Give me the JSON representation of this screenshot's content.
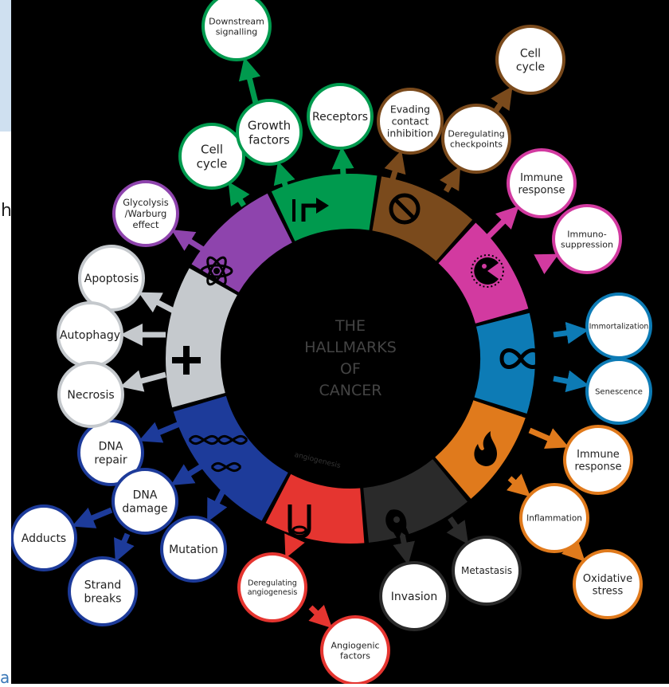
{
  "background_fragments": {
    "left_letter_top": "h",
    "left_letter_bottom": "a"
  },
  "center_title": [
    "THE",
    "HALLMARKS",
    "OF",
    "CANCER"
  ],
  "segment_labels": {
    "angiogenesis": "angiogenesis"
  },
  "colors": {
    "background": "#000000",
    "purple": "#8e44ad",
    "green": "#009a4e",
    "brown": "#7a4a1c",
    "magenta": "#d23aa0",
    "blue": "#0d7bb5",
    "orange": "#e07a1c",
    "dark": "#2a2a2a",
    "red": "#e53530",
    "navy": "#1d3b9a",
    "gray": "#c5c9cd"
  },
  "hallmarks": [
    {
      "id": "metabolism",
      "color": "purple",
      "icon": "atom-icon",
      "nodes": [
        "Glycolysis\n/Warburg\neffect"
      ]
    },
    {
      "id": "growth-signalling",
      "color": "green",
      "icon": "arrow-icon",
      "nodes": [
        "Cell\ncycle",
        "Growth\nfactors",
        "Receptors",
        "Downstream\nsignalling"
      ]
    },
    {
      "id": "growth-suppressors",
      "color": "brown",
      "icon": "prohibition-icon",
      "nodes": [
        "Evading\ncontact\ninhibition",
        "Deregulating\ncheckpoints",
        "Cell\ncycle"
      ]
    },
    {
      "id": "immune-evasion",
      "color": "magenta",
      "icon": "pacman-icon",
      "nodes": [
        "Immune\nresponse",
        "Immuno-\nsuppression"
      ]
    },
    {
      "id": "replicative-immortality",
      "color": "blue",
      "icon": "infinity-icon",
      "nodes": [
        "Immortalization",
        "Senescence"
      ]
    },
    {
      "id": "inflammation",
      "color": "orange",
      "icon": "flame-icon",
      "nodes": [
        "Immune\nresponse",
        "Inflammation",
        "Oxidative\nstress"
      ]
    },
    {
      "id": "invasion-metastasis",
      "color": "dark",
      "icon": "cell-icon",
      "nodes": [
        "Invasion",
        "Metastasis"
      ]
    },
    {
      "id": "angiogenesis",
      "color": "red",
      "icon": "vessel-icon",
      "nodes": [
        "Deregulating\nangiogenesis",
        "Angiogenic\nfactors"
      ]
    },
    {
      "id": "genome-instability",
      "color": "navy",
      "icon": "dna-icon",
      "nodes": [
        "DNA\nrepair",
        "DNA\ndamage",
        "Mutation",
        "Adducts",
        "Strand\nbreaks"
      ]
    },
    {
      "id": "cell-death",
      "color": "gray",
      "icon": "cross-icon",
      "nodes": [
        "Apoptosis",
        "Autophagy",
        "Necrosis"
      ]
    }
  ]
}
